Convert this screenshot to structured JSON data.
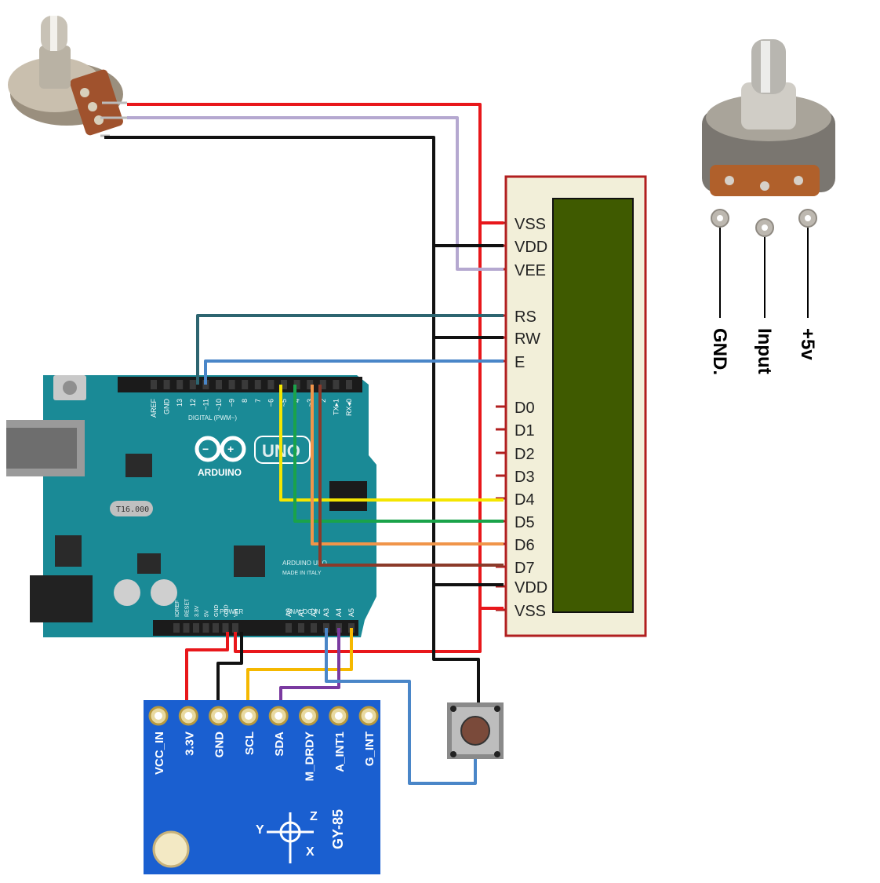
{
  "lcd": {
    "pins_top": [
      "VSS",
      "VDD",
      "VEE"
    ],
    "pins_ctrl": [
      "RS",
      "RW",
      "E"
    ],
    "pins_data": [
      "D0",
      "D1",
      "D2",
      "D3",
      "D4",
      "D5",
      "D6",
      "D7"
    ],
    "pins_bottom": [
      "VDD",
      "VSS"
    ],
    "screen_color": "#3f5a00"
  },
  "arduino": {
    "logo_text": "ARDUINO",
    "model_text": "UNO",
    "digital_label": "DIGITAL (PWM~)",
    "digital_pins": [
      "AREF",
      "GND",
      "13",
      "12",
      "~11",
      "~10",
      "~9",
      "8",
      "7",
      "~6",
      "~5",
      "4",
      "~3",
      "2",
      "TX▸1",
      "RX◂0"
    ],
    "power_label": "POWER",
    "analog_label": "ANALOG IN",
    "power_pins": [
      "IOREF",
      "RESET",
      "3.3V",
      "5V",
      "GND",
      "GND",
      "Vin"
    ],
    "analog_pins": [
      "A0",
      "A1",
      "A2",
      "A3",
      "A4",
      "A5"
    ],
    "footer_text": "ARDUINO UNO",
    "made_in": "MADE IN ITALY",
    "crystal_text": "T16.000",
    "board_color": "#1a8a96"
  },
  "gy85": {
    "pins": [
      "VCC_IN",
      "3.3V",
      "GND",
      "SCL",
      "SDA",
      "M_DRDY",
      "A_INT1",
      "G_INT"
    ],
    "name": "GY-85",
    "axes": [
      "Y",
      "Z",
      "X"
    ],
    "board_color": "#1a5fd0"
  },
  "potentiometer_pinout": {
    "labels": [
      "GND.",
      "Input",
      "+5v"
    ]
  },
  "wires": {
    "red": "#e8171b",
    "black": "#111111",
    "lavender": "#b5a8d0",
    "teal": "#2d6570",
    "blue": "#4a86c8",
    "yellow": "#f5e600",
    "green": "#1aa34a",
    "orange": "#f0954a",
    "brown": "#8b3a2a",
    "purple": "#7a3aa0",
    "gold": "#f5b800"
  }
}
